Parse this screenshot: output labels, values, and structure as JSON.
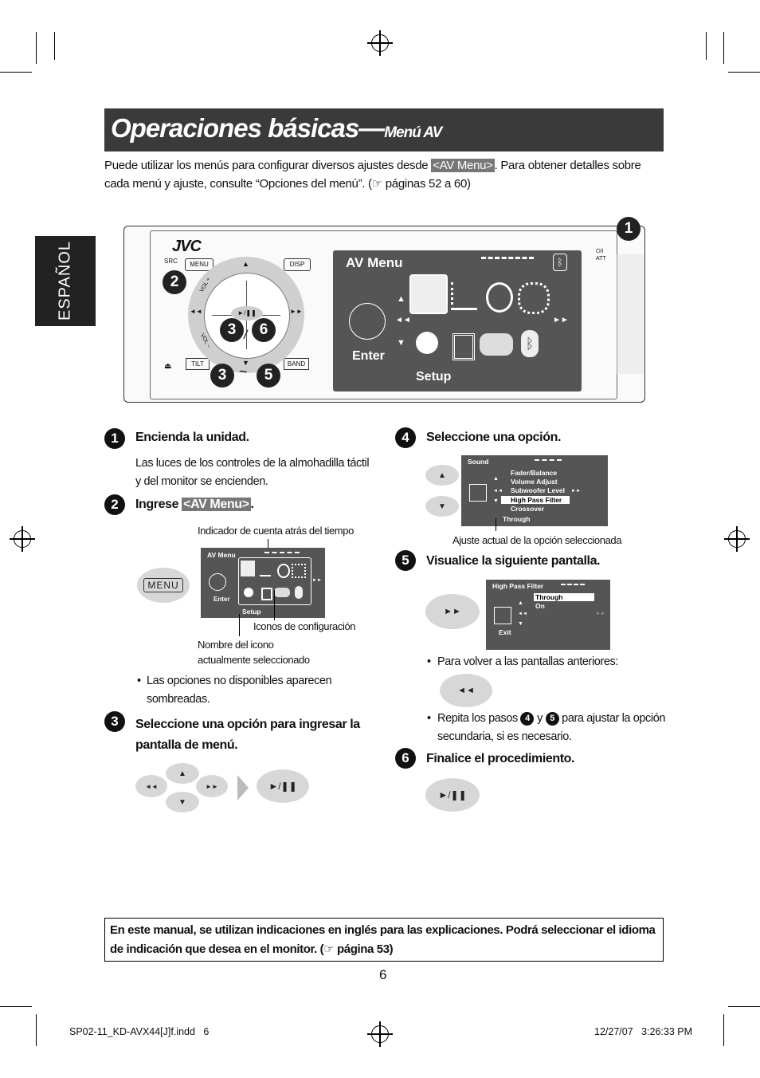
{
  "title": {
    "main": "Operaciones básicas—",
    "sub": "Menú AV"
  },
  "intro": {
    "part1": "Puede utilizar los menús para configurar diversos ajustes desde ",
    "av_menu": "<AV Menu>",
    "part2": ". Para obtener detalles sobre cada menú y ajuste, consulte “Opciones del menú”. (☞ páginas 52 a 60)"
  },
  "side_tab": "ESPAÑOL",
  "device": {
    "brand": "JVC",
    "labels": {
      "src": "SRC",
      "menu": "MENU",
      "disp": "DISP",
      "tilt": "TILT",
      "band": "BAND",
      "att": "ATT",
      "power": "⏻/I",
      "vol_plus": "VOL +",
      "vol_minus": "VOL –"
    },
    "callouts": {
      "c1": "1",
      "c2": "2",
      "c3a": "3",
      "c6": "6",
      "c3b": "3",
      "tilde": "~",
      "c5": "5",
      "slash": "/"
    },
    "screen": {
      "title": "AV Menu",
      "enter": "Enter",
      "setup": "Setup"
    }
  },
  "steps": [
    {
      "n": "1",
      "title": "Encienda la unidad.",
      "body": "Las luces de los controles de la almohadilla táctil y del monitor se encienden."
    },
    {
      "n": "2",
      "title_pre": "Ingrese ",
      "title_hl": "<AV Menu>",
      "title_post": "."
    },
    {
      "n": "3",
      "title": "Seleccione una opción para ingresar la pantalla de menú."
    },
    {
      "n": "4",
      "title": "Seleccione una opción."
    },
    {
      "n": "5",
      "title": "Visualice la siguiente pantalla."
    },
    {
      "n": "6",
      "title": "Finalice el procedimiento."
    }
  ],
  "step2_fig": {
    "cap_top": "Indicador de cuenta atrás del tiempo",
    "cap_icons": "Iconos de configuración",
    "cap_name1": "Nombre del icono",
    "cap_name2": "actualmente seleccionado",
    "menu_btn": "MENU",
    "screen_title": "AV Menu",
    "enter": "Enter",
    "setup": "Setup",
    "bullet": "Las opciones no disponibles aparecen sombreadas."
  },
  "step4_fig": {
    "screen_title": "Sound",
    "items": [
      "Fader/Balance",
      "Volume Adjust",
      "Subwoofer Level",
      "High Pass Filter",
      "Crossover"
    ],
    "selected": "High Pass Filter",
    "current": "Through",
    "caption": "Ajuste actual de la opción seleccionada"
  },
  "step5_fig": {
    "screen_title": "High Pass Filter",
    "options": [
      "Through",
      "On"
    ],
    "exit": "Exit",
    "bullet1": "Para volver a las pantallas anteriores:",
    "bullet2_pre": "Repita los pasos ",
    "bullet2_n4": "4",
    "bullet2_y": " y ",
    "bullet2_n5": "5",
    "bullet2_post": " para ajustar la opción secundaria, si es necesario."
  },
  "note_box": "En este manual, se utilizan indicaciones en inglés para las explicaciones. Podrá seleccionar el idioma de indicación que desea en el monitor. (☞ página 53)",
  "page_number": "6",
  "footer": {
    "file": "SP02-11_KD-AVX44[J]f.indd   6",
    "date": "12/27/07   3:26:33 PM"
  },
  "glyphs": {
    "play_pause": "►/❚❚",
    "prev": "◄◄",
    "next": "►►",
    "up": "▲",
    "down": "▼"
  }
}
